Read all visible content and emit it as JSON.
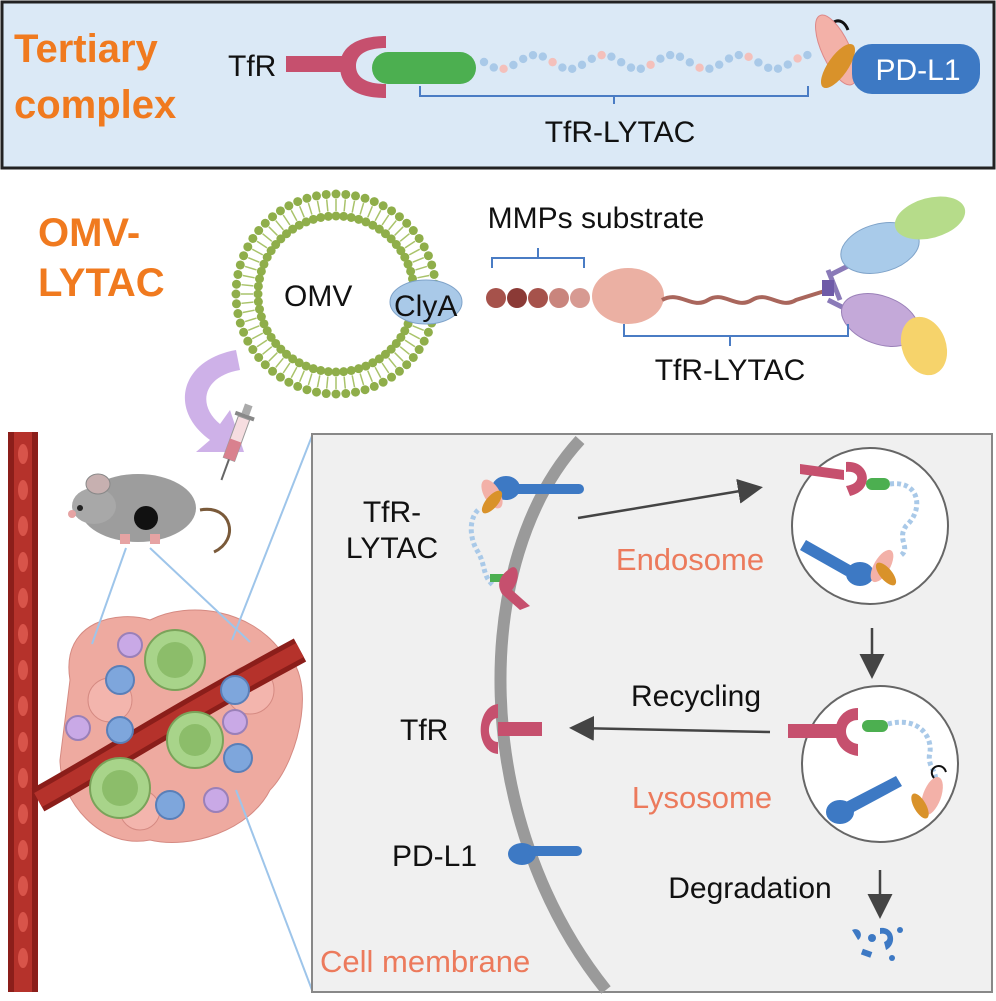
{
  "colors": {
    "orange_heading": "#f07a1f",
    "coral_label": "#ec7a5c",
    "tfr_receptor": "#c6506e",
    "green_domain": "#4caf50",
    "pdl1_blue": "#3d79c4",
    "bracket_blue": "#4a7cc4",
    "omv_green": "#8fae4a",
    "top_panel_bg": "#dbe9f6",
    "cell_panel_bg": "#f0f0f0"
  },
  "top_panel": {
    "title_line1": "Tertiary",
    "title_line2": "complex",
    "tfr_label": "TfR",
    "pdl1_label": "PD-L1",
    "lytac_label": "TfR-LYTAC"
  },
  "omv_section": {
    "title_line1": "OMV-",
    "title_line2": "LYTAC",
    "omv_label": "OMV",
    "clya_label": "ClyA",
    "mmps_label": "MMPs substrate",
    "lytac_label": "TfR-LYTAC"
  },
  "cell_panel": {
    "lytac_label_line1": "TfR-",
    "lytac_label_line2": "LYTAC",
    "endosome_label": "Endosome",
    "recycling_label": "Recycling",
    "tfr_label": "TfR",
    "lysosome_label": "Lysosome",
    "pdl1_label": "PD-L1",
    "degradation_label": "Degradation",
    "membrane_label": "Cell membrane"
  },
  "icons": [
    "mouse-icon",
    "syringe-icon",
    "tumor-icon",
    "blood-vessel-icon",
    "curved-arrow-icon",
    "degradation-fragments-icon"
  ]
}
